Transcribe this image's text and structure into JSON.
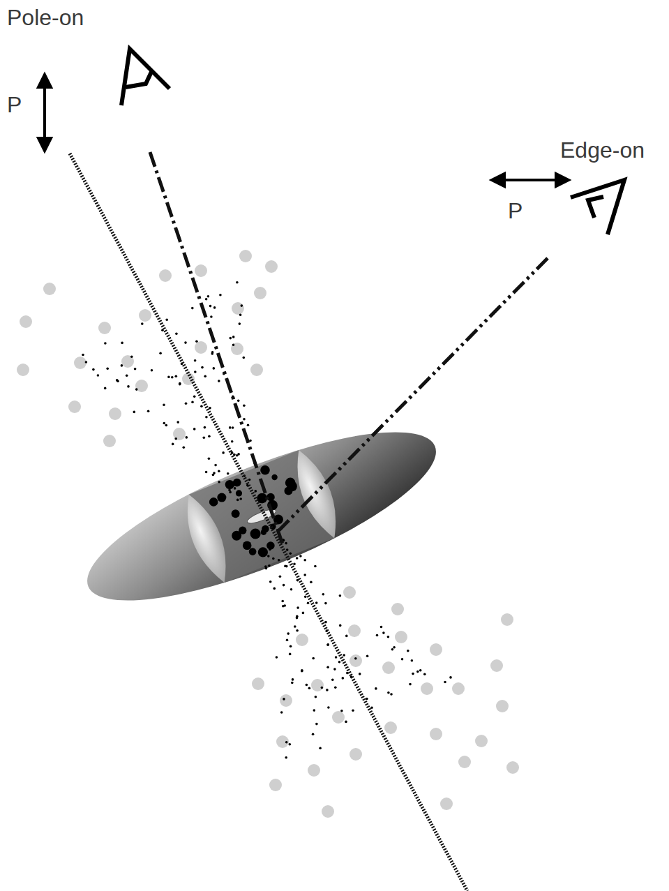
{
  "diagram": {
    "labels": [
      "Pole-on",
      "P",
      "Edge-on",
      "P"
    ]
  }
}
